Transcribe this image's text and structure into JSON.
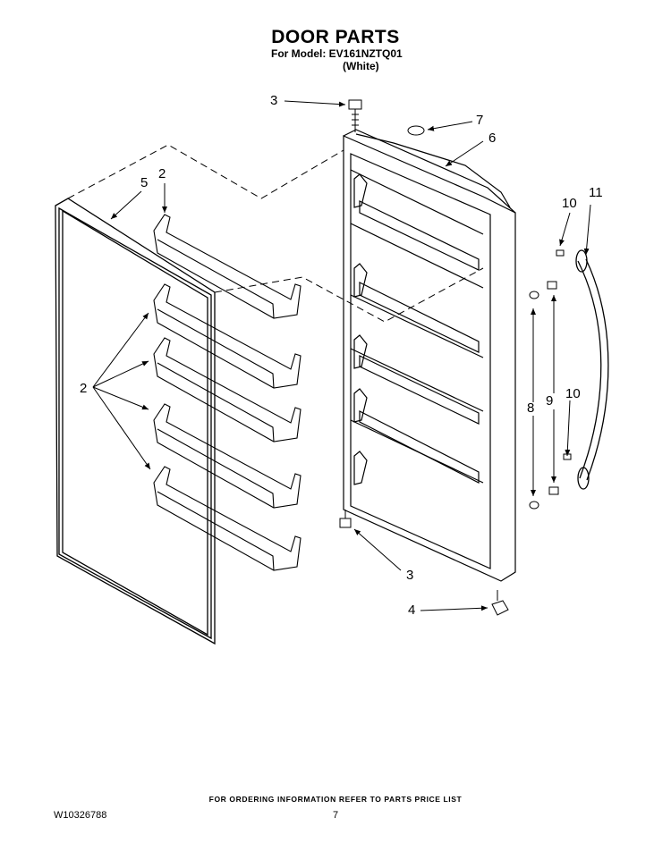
{
  "header": {
    "title": "DOOR PARTS",
    "model_line": "For Model: EV161NZTQ01",
    "color_line": "(White)"
  },
  "callouts": [
    {
      "id": "c3-top",
      "text": "3"
    },
    {
      "id": "c7",
      "text": "7"
    },
    {
      "id": "c6",
      "text": "6"
    },
    {
      "id": "c5",
      "text": "5"
    },
    {
      "id": "c2-top",
      "text": "2"
    },
    {
      "id": "c2-group",
      "text": "2"
    },
    {
      "id": "c10-top",
      "text": "10"
    },
    {
      "id": "c11",
      "text": "11"
    },
    {
      "id": "c8",
      "text": "8"
    },
    {
      "id": "c9",
      "text": "9"
    },
    {
      "id": "c10-bottom",
      "text": "10"
    },
    {
      "id": "c3-bottom",
      "text": "3"
    },
    {
      "id": "c4",
      "text": "4"
    }
  ],
  "footer": {
    "note": "FOR ORDERING INFORMATION REFER TO PARTS PRICE LIST",
    "doc_number": "W10326788",
    "page_number": "7"
  }
}
